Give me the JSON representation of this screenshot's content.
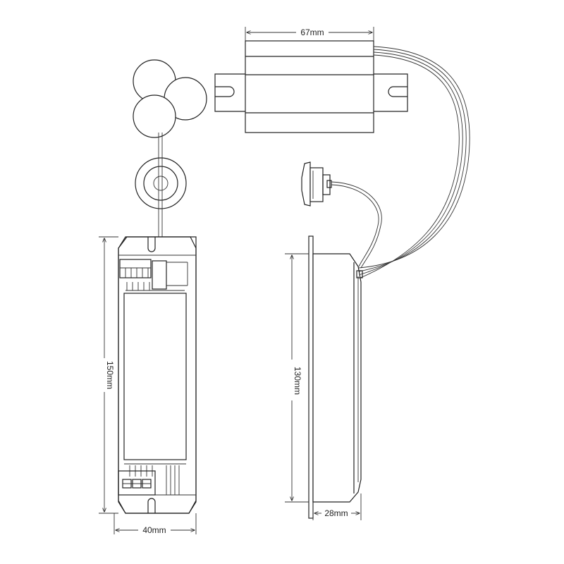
{
  "dimensions": {
    "top_width": "67mm",
    "left_height": "150mm",
    "left_width": "40mm",
    "right_height": "130mm",
    "right_depth": "28mm"
  }
}
